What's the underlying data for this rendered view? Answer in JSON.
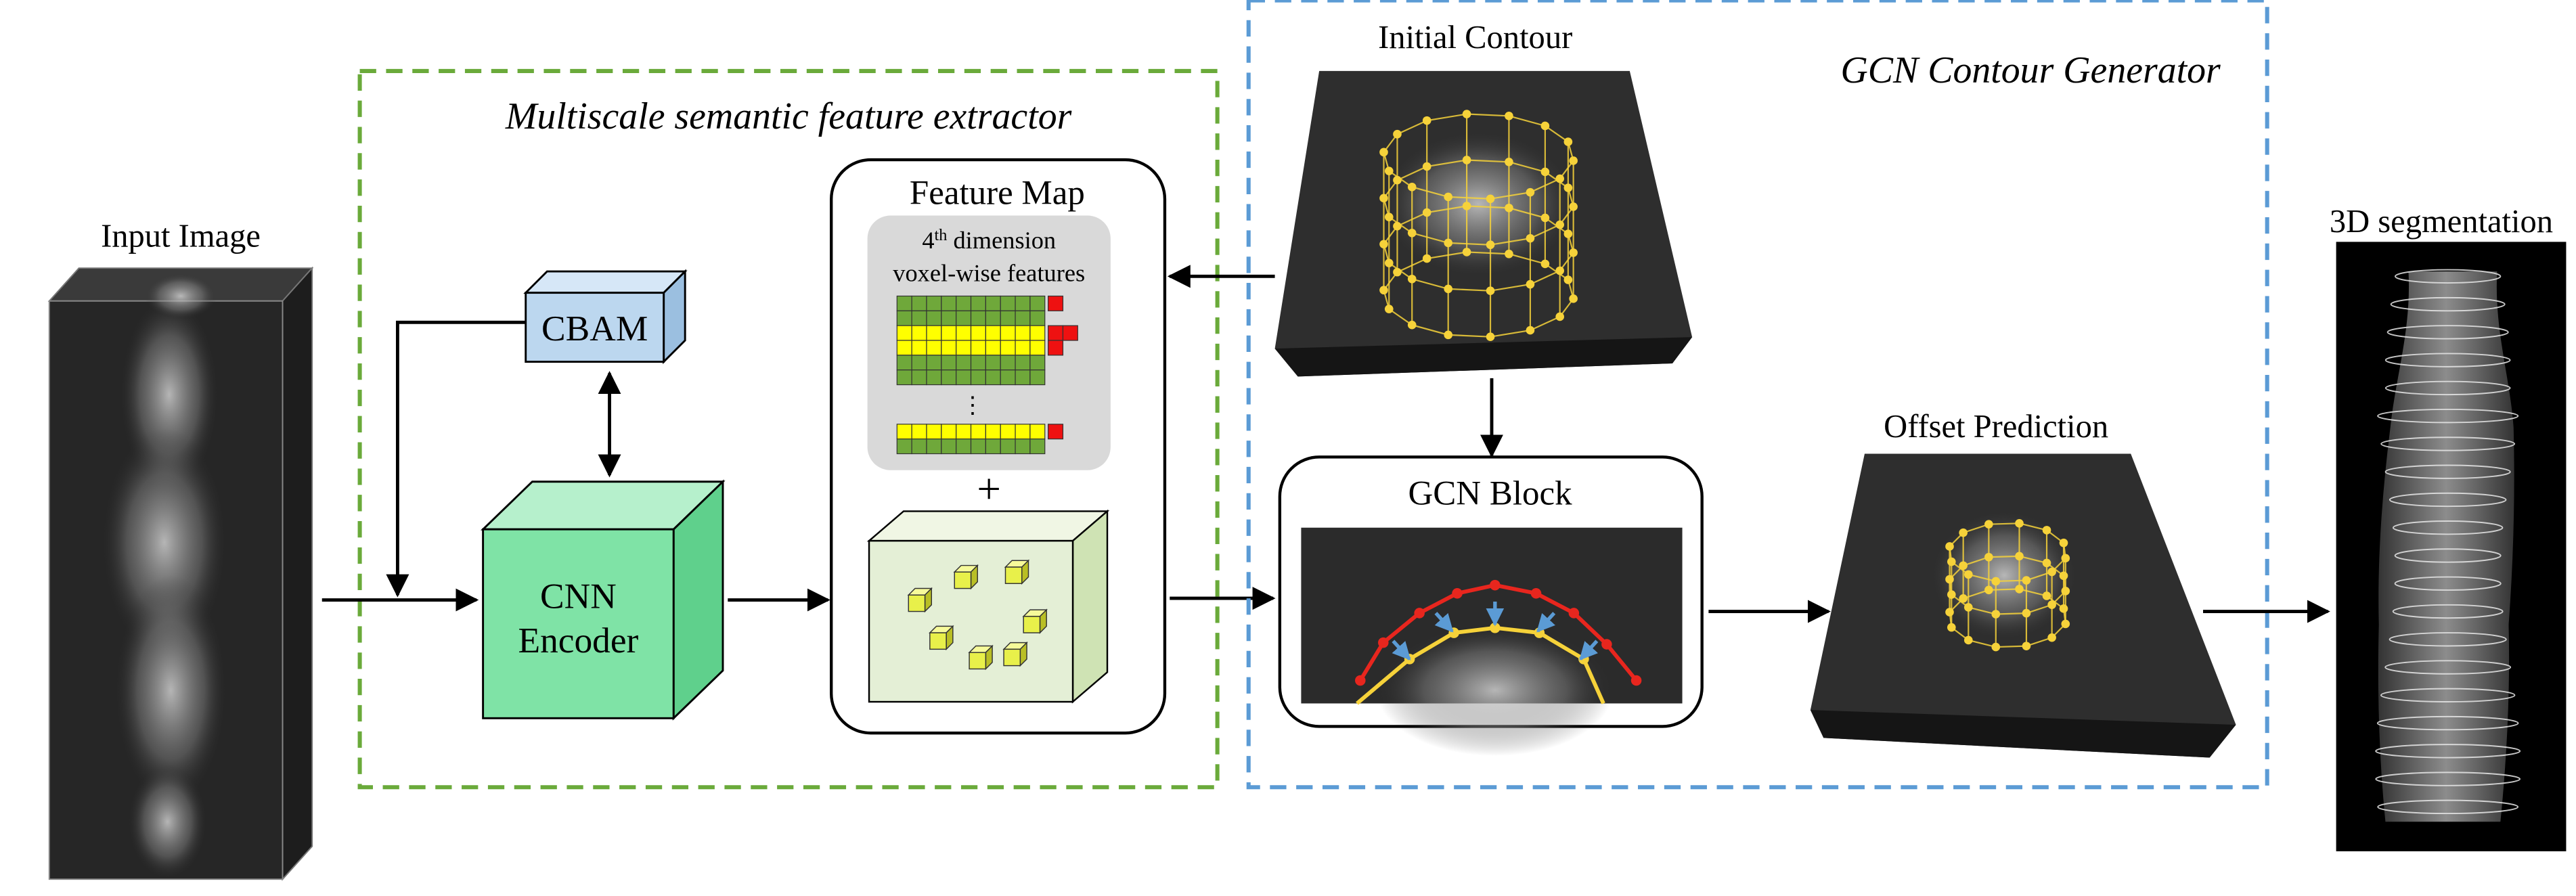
{
  "labels": {
    "input_image": "Input Image",
    "extractor_title": "Multiscale semantic feature extractor",
    "cbam": "CBAM",
    "cnn_encoder_line1": "CNN",
    "cnn_encoder_line2": "Encoder",
    "feature_map": "Feature Map",
    "dim_prefix": "4",
    "dim_sup": "th",
    "dim_suffix": " dimension",
    "voxel_features": "voxel-wise features",
    "ellipsis": "⋮",
    "plus": "+",
    "initial_contour": "Initial Contour",
    "gcn_generator_title": "GCN Contour Generator",
    "gcn_block": "GCN Block",
    "offset_prediction": "Offset Prediction",
    "segmentation_3d": "3D segmentation"
  },
  "colors": {
    "extractor_border": "#6aaa3a",
    "generator_border": "#5b9bd5",
    "cbam_fill": "#bcd7ef",
    "encoder_fill": "#7fe3a6",
    "feature_green": "#6fa83a",
    "feature_yellow": "#ffff00",
    "feature_red": "#ee1111",
    "voxel_cube": "#e8f04a",
    "contour_red": "#e8261e",
    "contour_yellow": "#f6d23a",
    "offset_arrow": "#5b9bd5"
  }
}
